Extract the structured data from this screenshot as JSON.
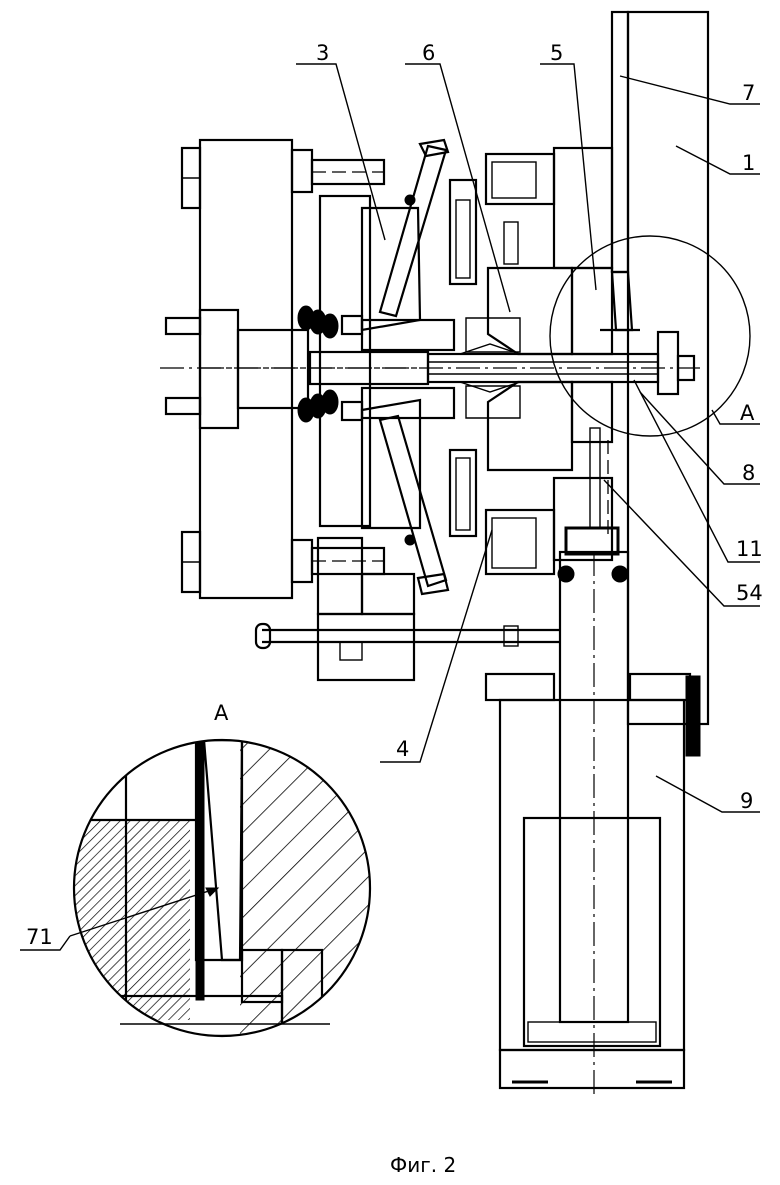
{
  "figure": {
    "caption": "Фиг. 2",
    "detail_letter_main": "А",
    "detail_letter_view": "А"
  },
  "labels": {
    "l1": "1",
    "l3": "3",
    "l4": "4",
    "l5": "5",
    "l6": "6",
    "l7": "7",
    "l8": "8",
    "l9": "9",
    "l11": "11",
    "l54": "54",
    "l71": "71"
  }
}
